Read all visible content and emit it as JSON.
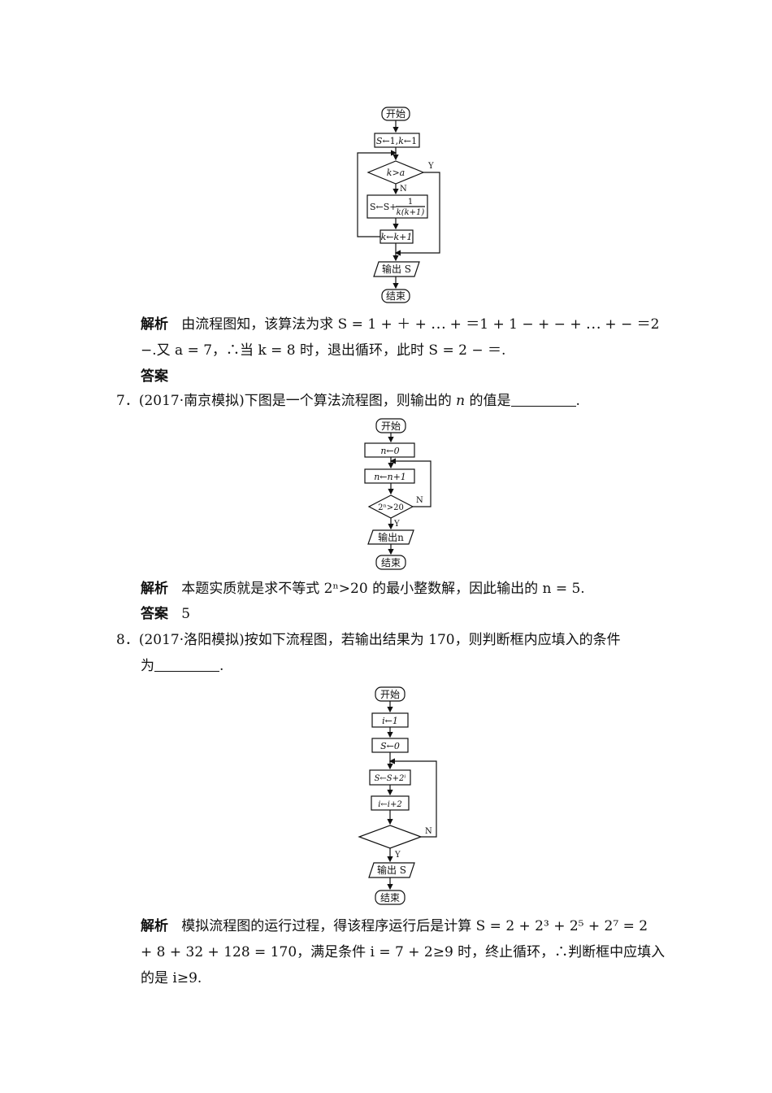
{
  "flowchart1": {
    "start": "开始",
    "init_left": "S",
    "init_mid": "←1,",
    "init_k": "k",
    "init_right": "←1",
    "cond_k": "k",
    "cond_gt": ">",
    "cond_a": "a",
    "yes": "Y",
    "no": "N",
    "update_s": "S←S+",
    "frac_num": "1",
    "frac_den": "k(k+1)",
    "incr": "k←k+1",
    "output": "输出 S",
    "end": "结束"
  },
  "analysis6": {
    "label": "解析",
    "line1": "由流程图知，该算法为求 S = 1 + ＋ + ⋯ + ＝1 + 1 − + − + ⋯ + − ＝2",
    "line2": "−.又 a = 7，∴当 k = 8 时，退出循环，此时 S = 2 − ＝."
  },
  "answer6": {
    "label": "答案"
  },
  "q7": {
    "number": "7．",
    "text_before": "(2017·南京模拟)下图是一个算法流程图，则输出的 ",
    "var": "n",
    "text_after": " 的值是",
    "end": "."
  },
  "flowchart2": {
    "start": "开始",
    "init": "n←0",
    "update": "n←n+1",
    "cond": "2ⁿ>20",
    "no": "N",
    "yes": "Y",
    "output": "输出n",
    "end": "结束"
  },
  "analysis7": {
    "label": "解析",
    "text": "本题实质就是求不等式 2ⁿ>20 的最小整数解，因此输出的 n = 5."
  },
  "answer7": {
    "label": "答案",
    "value": "5"
  },
  "q8": {
    "number": "8．",
    "line1": "(2017·洛阳模拟)按如下流程图，若输出结果为 170，则判断框内应填入的条件",
    "line2_before": "为",
    "line2_end": "."
  },
  "flowchart3": {
    "start": "开始",
    "init_i": "i←1",
    "init_s": "S←0",
    "update_s": "S←S+2ⁱ",
    "update_i": "i←i+2",
    "no": "N",
    "yes": "Y",
    "output": "输出 S",
    "end": "结束"
  },
  "analysis8": {
    "label": "解析",
    "line1": "模拟流程图的运行过程，得该程序运行后是计算 S = 2 + 2³ + 2⁵ + 2⁷ = 2",
    "line2": "+ 8 + 32 + 128 = 170，满足条件 i = 7 + 2≥9 时，终止循环，∴判断框中应填入",
    "line3": "的是 i≥9."
  }
}
